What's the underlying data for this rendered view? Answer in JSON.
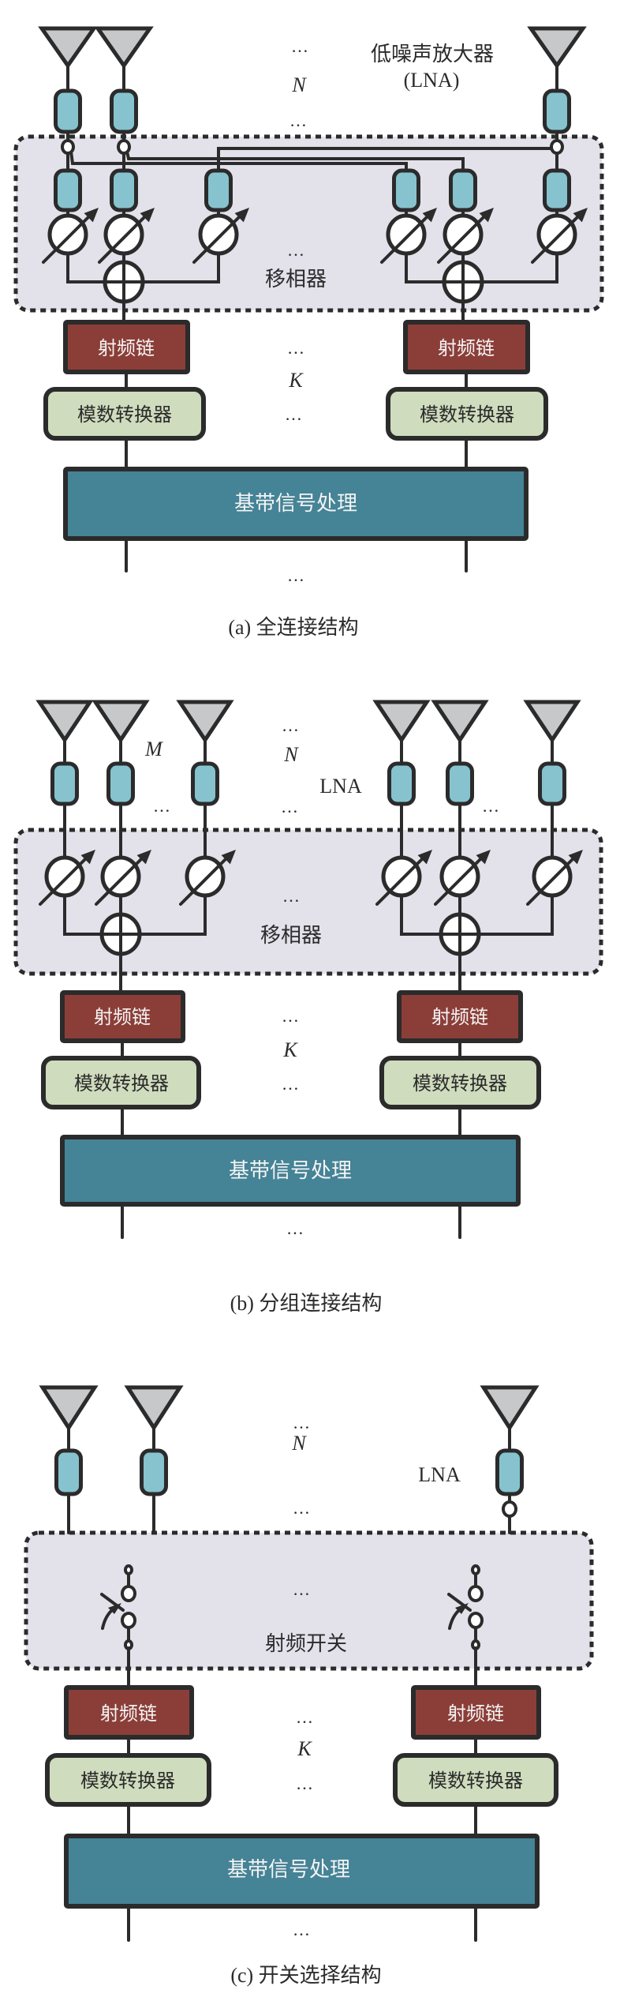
{
  "figure": {
    "colors": {
      "stroke": "#2b2b2b",
      "antenna": "#c6c8ca",
      "lna": "#86c3ce",
      "group_box": "#e3e1ea",
      "rf_chain": "#8b3e38",
      "adc": "#cfdcbd",
      "baseband": "#458396"
    },
    "panels": [
      {
        "id": "a",
        "caption": "(a) 全连接结构",
        "antenna_count_label": "N",
        "rf_chain_count_label": "K",
        "lna_label_line1": "低噪声放大器",
        "lna_label_line2": "(LNA)",
        "network_label": "移相器",
        "rf_chain_label": "射频链",
        "adc_label": "模数转换器",
        "baseband_label": "基带信号处理",
        "ellipsis": "…"
      },
      {
        "id": "b",
        "caption": "(b) 分组连接结构",
        "antenna_count_label": "N",
        "group_size_label": "M",
        "rf_chain_count_label": "K",
        "lna_label": "LNA",
        "network_label": "移相器",
        "rf_chain_label": "射频链",
        "adc_label": "模数转换器",
        "baseband_label": "基带信号处理",
        "ellipsis": "…"
      },
      {
        "id": "c",
        "caption": "(c) 开关选择结构",
        "antenna_count_label": "N",
        "rf_chain_count_label": "K",
        "lna_label": "LNA",
        "network_label": "射频开关",
        "rf_chain_label": "射频链",
        "adc_label": "模数转换器",
        "baseband_label": "基带信号处理",
        "ellipsis": "…"
      }
    ]
  }
}
